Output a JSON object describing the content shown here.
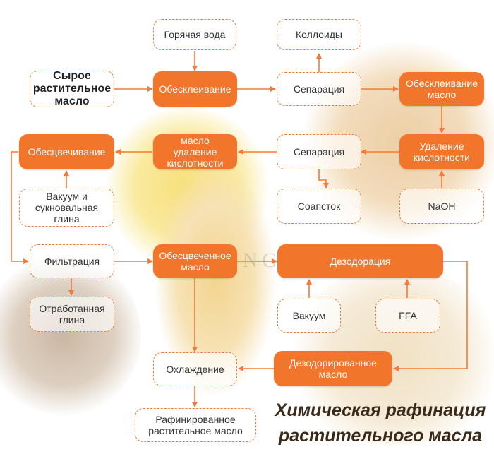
{
  "title": "Химическая рафинация\nрастительного масла",
  "watermark": "QING",
  "colors": {
    "accent": "#f2752c",
    "border": "#f07b3a",
    "text": "#333333"
  },
  "nodes": {
    "hot_water": "Горячая вода",
    "colloids": "Коллоиды",
    "crude_oil": "Сырое\nрастительное\nмасло",
    "degumming": "Обесклеивание",
    "separation_1": "Сепарация",
    "degummed_oil": "Обесклеивание\nмасло",
    "bleaching": "Обесцвечивание",
    "deacidified_oil": "масло\nудаление\nкислотности",
    "separation_2": "Сепарация",
    "neutralization": "Удаление\nкислотности",
    "vacuum_clay": "Вакуум и\nсукновальная\nглина",
    "soapstock": "Соапсток",
    "naoh": "NaOH",
    "filtration": "Фильтрация",
    "bleached_oil": "Обесцвеченное\nмасло",
    "deodorization": "Дезодорация",
    "spent_clay": "Отработанная\nглина",
    "vacuum": "Вакуум",
    "ffa": "FFA",
    "cooling": "Охлаждение",
    "deodorized_oil": "Дезодорированное\nмасло",
    "refined_oil": "Рафинированное\nрастительное масло"
  }
}
